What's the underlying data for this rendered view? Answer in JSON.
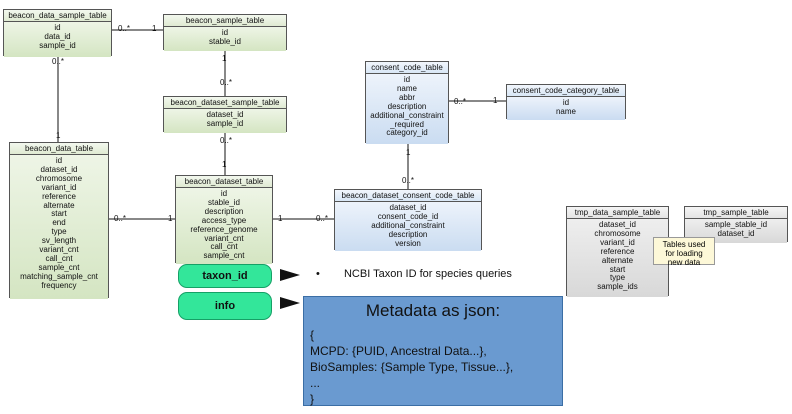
{
  "tables": [
    {
      "id": "beacon_data_sample_table",
      "title": "beacon_data_sample_table",
      "style": "green",
      "fields": [
        "id",
        "data_id",
        "sample_id"
      ]
    },
    {
      "id": "beacon_sample_table",
      "title": "beacon_sample_table",
      "style": "green",
      "fields": [
        "id",
        "stable_id"
      ]
    },
    {
      "id": "beacon_dataset_sample_table",
      "title": "beacon_dataset_sample_table",
      "style": "green",
      "fields": [
        "dataset_id",
        "sample_id"
      ]
    },
    {
      "id": "beacon_data_table",
      "title": "beacon_data_table",
      "style": "green",
      "fields": [
        "id",
        "dataset_id",
        "chromosome",
        "variant_id",
        "reference",
        "alternate",
        "start",
        "end",
        "type",
        "sv_length",
        "variant_cnt",
        "call_cnt",
        "sample_cnt",
        "matching_sample_cnt",
        "frequency"
      ]
    },
    {
      "id": "beacon_dataset_table",
      "title": "beacon_dataset_table",
      "style": "green",
      "fields": [
        "id",
        "stable_id",
        "description",
        "access_type",
        "reference_genome",
        "variant_cnt",
        "call_cnt",
        "sample_cnt"
      ]
    },
    {
      "id": "consent_code_table",
      "title": "consent_code_table",
      "style": "blue",
      "fields": [
        "id",
        "name",
        "abbr",
        "description",
        "additional_constraint",
        "_required",
        "category_id"
      ]
    },
    {
      "id": "consent_code_category_table",
      "title": "consent_code_category_table",
      "style": "blue",
      "fields": [
        "id",
        "name"
      ]
    },
    {
      "id": "beacon_dataset_consent_code_table",
      "title": "beacon_dataset_consent_code_table",
      "style": "blue",
      "fields": [
        "dataset_id",
        "consent_code_id",
        "additional_constraint",
        "description",
        "version"
      ]
    },
    {
      "id": "tmp_data_sample_table",
      "title": "tmp_data_sample_table",
      "style": "gray",
      "fields": [
        "dataset_id",
        "chromosome",
        "variant_id",
        "reference",
        "alternate",
        "start",
        "type",
        "sample_ids"
      ]
    },
    {
      "id": "tmp_sample_table",
      "title": "tmp_sample_table",
      "style": "gray",
      "fields": [
        "sample_stable_id",
        "dataset_id"
      ]
    }
  ],
  "cardinalities": {
    "c1": "0..*",
    "c2": "1",
    "c3": "1",
    "c4": "0..*",
    "c5": "0..*",
    "c6": "1",
    "c7": "0..*",
    "c8": "1",
    "c9": "1",
    "c10": "0..*",
    "c11": "0..*",
    "c12": "1",
    "c13": "1",
    "c14": "0..*",
    "c15": "0..*",
    "c16": "1"
  },
  "note": {
    "lines": [
      "Tables used",
      "for loading",
      "new data"
    ]
  },
  "pills": {
    "taxon_id": "taxon_id",
    "info": "info"
  },
  "bullet": {
    "glyph": "•",
    "text": "NCBI Taxon ID for species queries"
  },
  "metadata": {
    "title": "Metadata as json:",
    "lines": [
      "{",
      "MCPD: {PUID, Ancestral Data...},",
      "BioSamples: {Sample Type, Tissue...},",
      "...",
      "}"
    ]
  },
  "colors": {
    "pill": "#33e69a",
    "meta": "#6a9ad0",
    "green_table": "#dfead2",
    "blue_table": "#d9e7f6",
    "gray_table": "#e4e4e4"
  }
}
